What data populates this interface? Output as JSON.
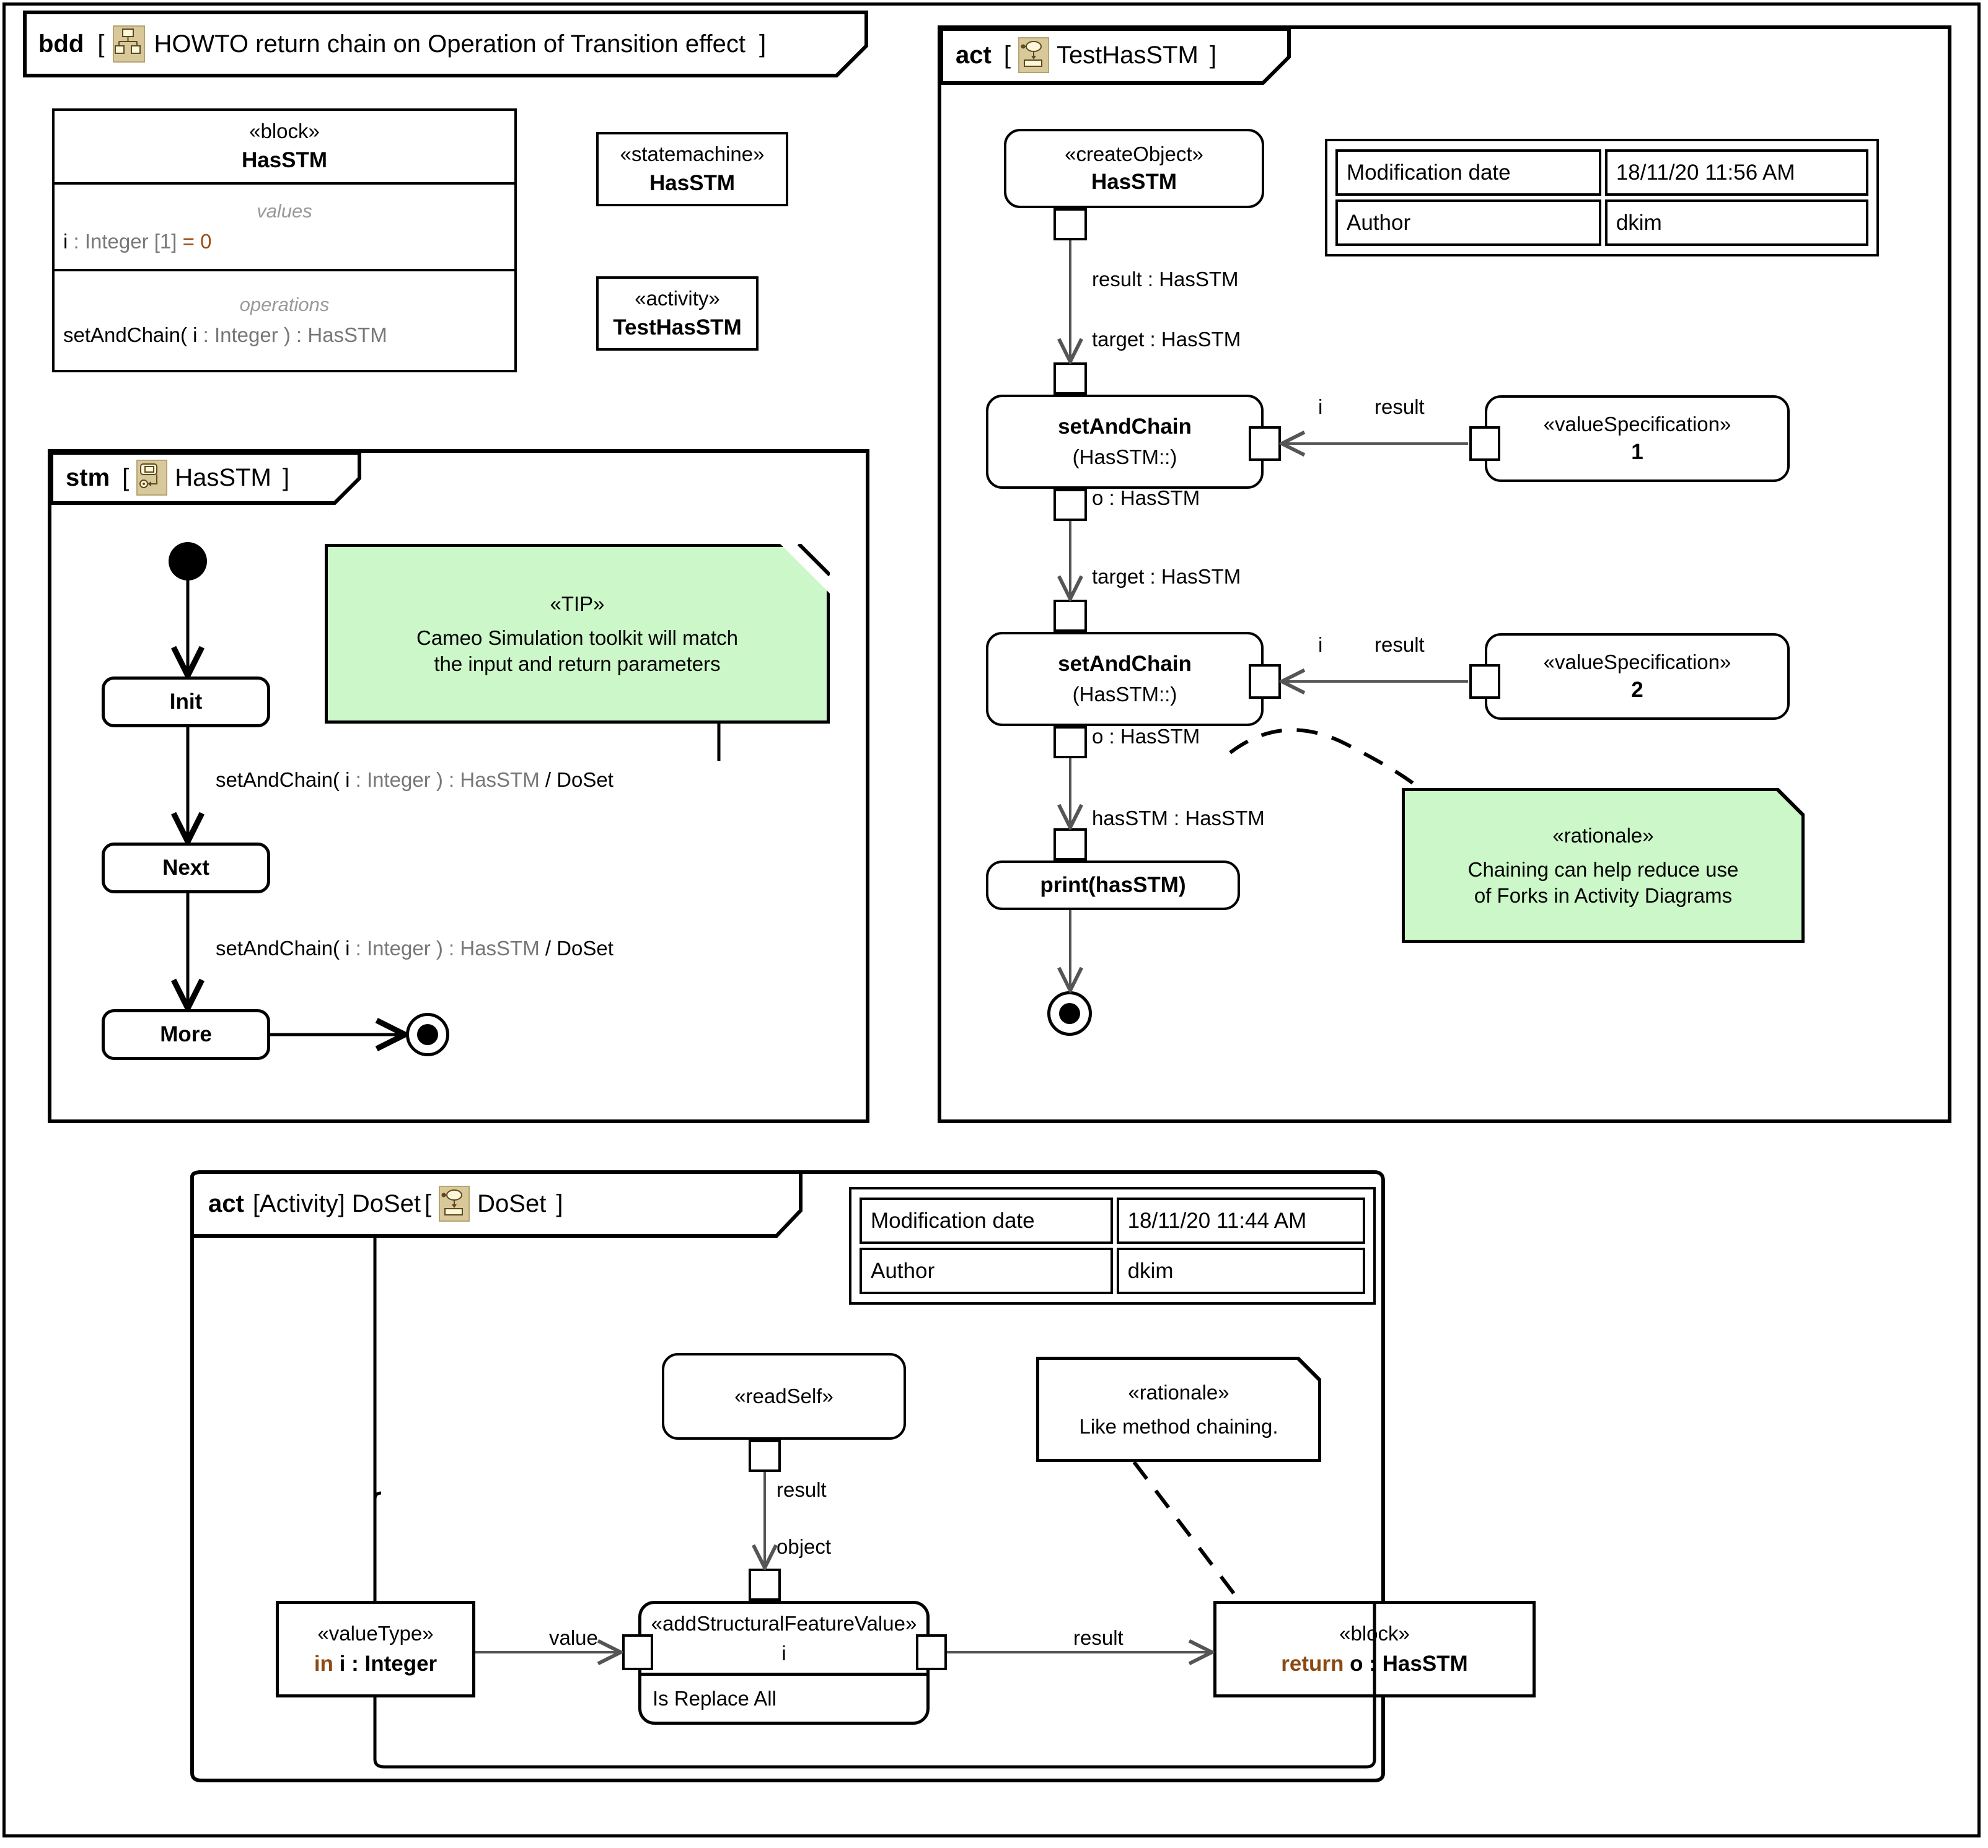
{
  "bdd": {
    "kind": "bdd",
    "bracket_open": "[",
    "bracket_close": "]",
    "icon": "block-definition-diagram-icon",
    "title": "HOWTO return chain on Operation of Transition effect",
    "block": {
      "stereotype": "«block»",
      "name": "HasSTM",
      "values_label": "values",
      "value_name": "i",
      "value_type": " : Integer [1]",
      "value_default": "= 0",
      "operations_label": "operations",
      "op_name": "setAndChain( i",
      "op_params": " : Integer )",
      "op_return": " : HasSTM"
    },
    "statemachine_box": {
      "stereotype": "«statemachine»",
      "name": "HasSTM"
    },
    "activity_box": {
      "stereotype": "«activity»",
      "name": "TestHasSTM"
    }
  },
  "stm": {
    "kind": "stm",
    "bracket_open": "[",
    "bracket_close": "]",
    "icon": "state-machine-diagram-icon",
    "title": "HasSTM",
    "states": [
      {
        "name": "Init"
      },
      {
        "name": "Next"
      },
      {
        "name": "More"
      }
    ],
    "transitions": [
      {
        "label_a": "setAndChain( i",
        "label_b": " : Integer )",
        "label_c": " : HasSTM",
        "label_d": " / DoSet"
      },
      {
        "label_a": "setAndChain( i",
        "label_b": " : Integer )",
        "label_c": " : HasSTM",
        "label_d": " / DoSet"
      }
    ],
    "tip_note": {
      "stereotype": "«TIP»",
      "line1": "Cameo Simulation toolkit will match",
      "line2": "the input and return parameters"
    },
    "initial_node": "initial-state-node",
    "final_node": "final-state-node"
  },
  "act_test": {
    "kind": "act",
    "bracket_open": "[",
    "bracket_close": "]",
    "icon": "activity-diagram-icon",
    "title": "TestHasSTM",
    "info_table": {
      "rows": [
        {
          "key": "Modification date",
          "value": "18/11/20 11:56 AM"
        },
        {
          "key": "Author",
          "value": "dkim"
        }
      ]
    },
    "create_object": {
      "stereotype": "«createObject»",
      "name": "HasSTM"
    },
    "action1": {
      "name": "setAndChain",
      "sub": "(HasSTM::)"
    },
    "action2": {
      "name": "setAndChain",
      "sub": "(HasSTM::)"
    },
    "print_action": {
      "name": "print(hasSTM)"
    },
    "valuespec1": {
      "stereotype": "«valueSpecification»",
      "name": "1"
    },
    "valuespec2": {
      "stereotype": "«valueSpecification»",
      "name": "2"
    },
    "edge_labels": {
      "result_hasstm": "result : HasSTM",
      "target_hasstm_1": "target : HasSTM",
      "o_hasstm_1": "o : HasSTM",
      "target_hasstm_2": "target : HasSTM",
      "o_hasstm_2": "o : HasSTM",
      "hasstm_hasstm": "hasSTM : HasSTM",
      "pin_i_1": "i",
      "pin_result_1": "result",
      "pin_i_2": "i",
      "pin_result_2": "result"
    },
    "rationale_note": {
      "stereotype": "«rationale»",
      "line1": "Chaining can help reduce use",
      "line2": "of Forks in Activity Diagrams"
    },
    "final_node": "activity-final-node"
  },
  "act_doset": {
    "kind": "act",
    "qualifier": "[Activity] DoSet",
    "bracket_open": "[",
    "bracket_close": "]",
    "icon": "activity-diagram-icon",
    "title": "DoSet",
    "info_table": {
      "rows": [
        {
          "key": "Modification date",
          "value": "18/11/20 11:44 AM"
        },
        {
          "key": "Author",
          "value": "dkim"
        }
      ]
    },
    "read_self": {
      "stereotype": "«readSelf»"
    },
    "value_type_param": {
      "stereotype": "«valueType»",
      "dir": "in",
      "name": " i : Integer"
    },
    "asfv": {
      "stereotype": "«addStructuralFeatureValue»",
      "name": "i",
      "compartment": "Is Replace All"
    },
    "return_block": {
      "stereotype": "«block»",
      "dir": "return",
      "name": " o : HasSTM"
    },
    "edge_labels": {
      "result": "result",
      "object": "object",
      "value": "value",
      "result2": "result"
    },
    "rationale_note": {
      "stereotype": "«rationale»",
      "line1": "Like method chaining."
    }
  },
  "colors": {
    "note_green": "#ccf7c8",
    "icon_tan": "#d9c89a",
    "accent_orange": "#9a4b10",
    "gray_text": "#777777"
  }
}
